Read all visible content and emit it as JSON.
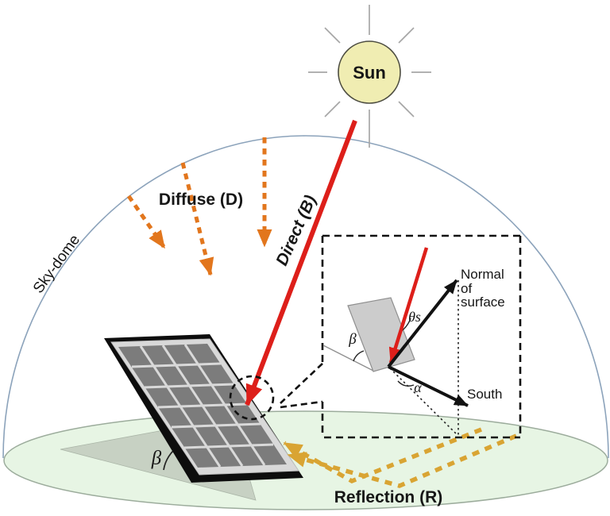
{
  "labels": {
    "sun": "Sun",
    "sky_dome": "Sky-dome",
    "diffuse": "Diffuse (D)",
    "direct": "Direct (B)",
    "reflection": "Reflection (R)",
    "beta": "β"
  },
  "inset": {
    "beta": "β",
    "theta_s": "θs",
    "alpha": "α",
    "normal_line1": "Normal",
    "normal_line2": "of",
    "normal_line3": "surface",
    "south": "South"
  },
  "colors": {
    "direct_beam_red": "#dd1f1a",
    "diffuse_orange": "#e2761d",
    "reflection_gold": "#d9a433",
    "sun_fill": "#f0edb2",
    "ground_green": "#e7f5e4",
    "sky_dome_line": "#8ca3bb",
    "panel_cell_gray": "#7c7c7c",
    "inset_panel_gray": "#cccccc"
  }
}
